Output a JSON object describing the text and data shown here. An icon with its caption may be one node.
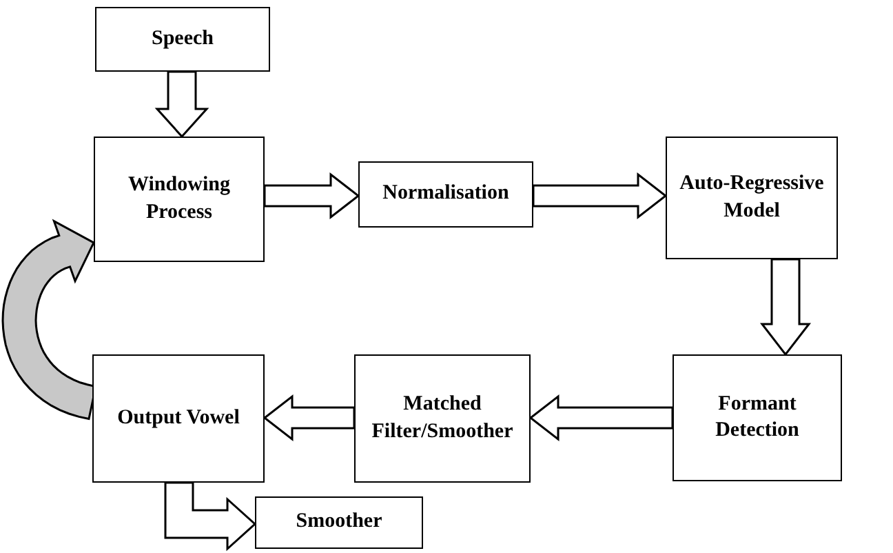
{
  "diagram": {
    "nodes": [
      {
        "text": [
          "Speech"
        ]
      },
      {
        "text": [
          "Windowing Process"
        ]
      },
      {
        "text": [
          "Normalisation"
        ]
      },
      {
        "text": [
          "Auto-Regressive Model"
        ]
      },
      {
        "text": [
          "Output Vowel"
        ]
      },
      {
        "text": [
          "Matched Filter/Smoother"
        ]
      },
      {
        "text": [
          "Formant Detection"
        ]
      },
      {
        "text": [
          "Smoother"
        ]
      }
    ],
    "edges": [
      {
        "from": 0,
        "to": 1,
        "arrow": "to"
      },
      {
        "from": 1,
        "to": 2,
        "arrow": "to"
      },
      {
        "from": 2,
        "to": 3,
        "arrow": "to"
      },
      {
        "from": 3,
        "to": 6,
        "arrow": "to"
      },
      {
        "from": 6,
        "to": 5,
        "arrow": "to"
      },
      {
        "from": 5,
        "to": 4,
        "arrow": "to"
      },
      {
        "from": 4,
        "to": 1,
        "arrow": "to",
        "color": "#c8c8c8"
      },
      {
        "from": 4,
        "to": 7,
        "arrow": "to"
      }
    ]
  }
}
